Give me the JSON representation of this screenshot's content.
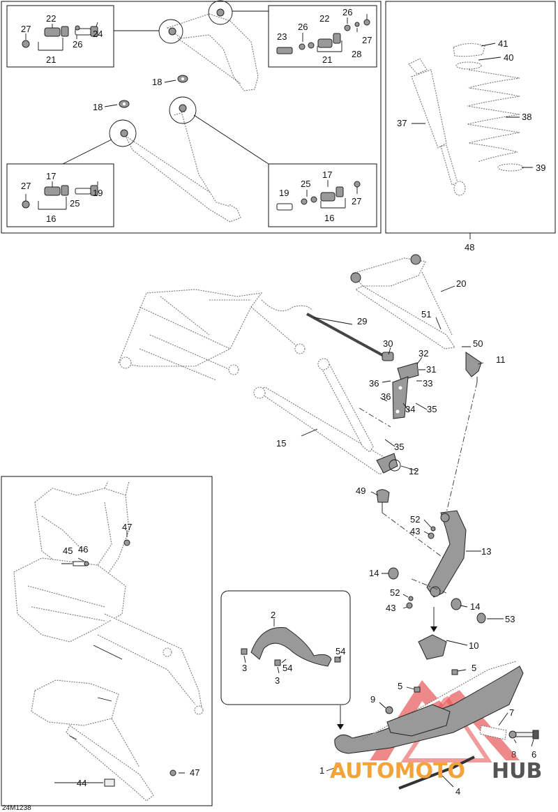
{
  "diagram_code": "24M1238",
  "watermark": {
    "part1": "AUTOMOTO",
    "part2": "HUB",
    "color1": "#f2a33a",
    "color2": "#555555",
    "logo_color": "#e23a3a"
  },
  "top_left_panel": {
    "detail_top_left": [
      "27",
      "22",
      "24",
      "26",
      "21"
    ],
    "detail_top_right": [
      "22",
      "26",
      "26",
      "23",
      "27",
      "28",
      "21"
    ],
    "detail_bottom_left": [
      "27",
      "17",
      "19",
      "25",
      "16"
    ],
    "detail_bottom_right": [
      "17",
      "19",
      "25",
      "27",
      "16"
    ],
    "washers": [
      "18",
      "18"
    ]
  },
  "shock_panel": {
    "labels": [
      "41",
      "40",
      "37",
      "38",
      "39"
    ],
    "assembly_label": "48"
  },
  "main_labels": [
    "20",
    "29",
    "51",
    "50",
    "30",
    "32",
    "11",
    "31",
    "36",
    "33",
    "36",
    "34",
    "35",
    "15",
    "35",
    "12",
    "49",
    "52",
    "43",
    "13",
    "14",
    "52",
    "14",
    "43",
    "53",
    "10",
    "5",
    "5",
    "9",
    "7",
    "8",
    "6",
    "1",
    "4"
  ],
  "inset_panel": {
    "labels": [
      "2",
      "54",
      "3",
      "54",
      "3"
    ]
  },
  "frame_panel": {
    "labels": [
      "47",
      "45",
      "46",
      "44",
      "47"
    ]
  }
}
